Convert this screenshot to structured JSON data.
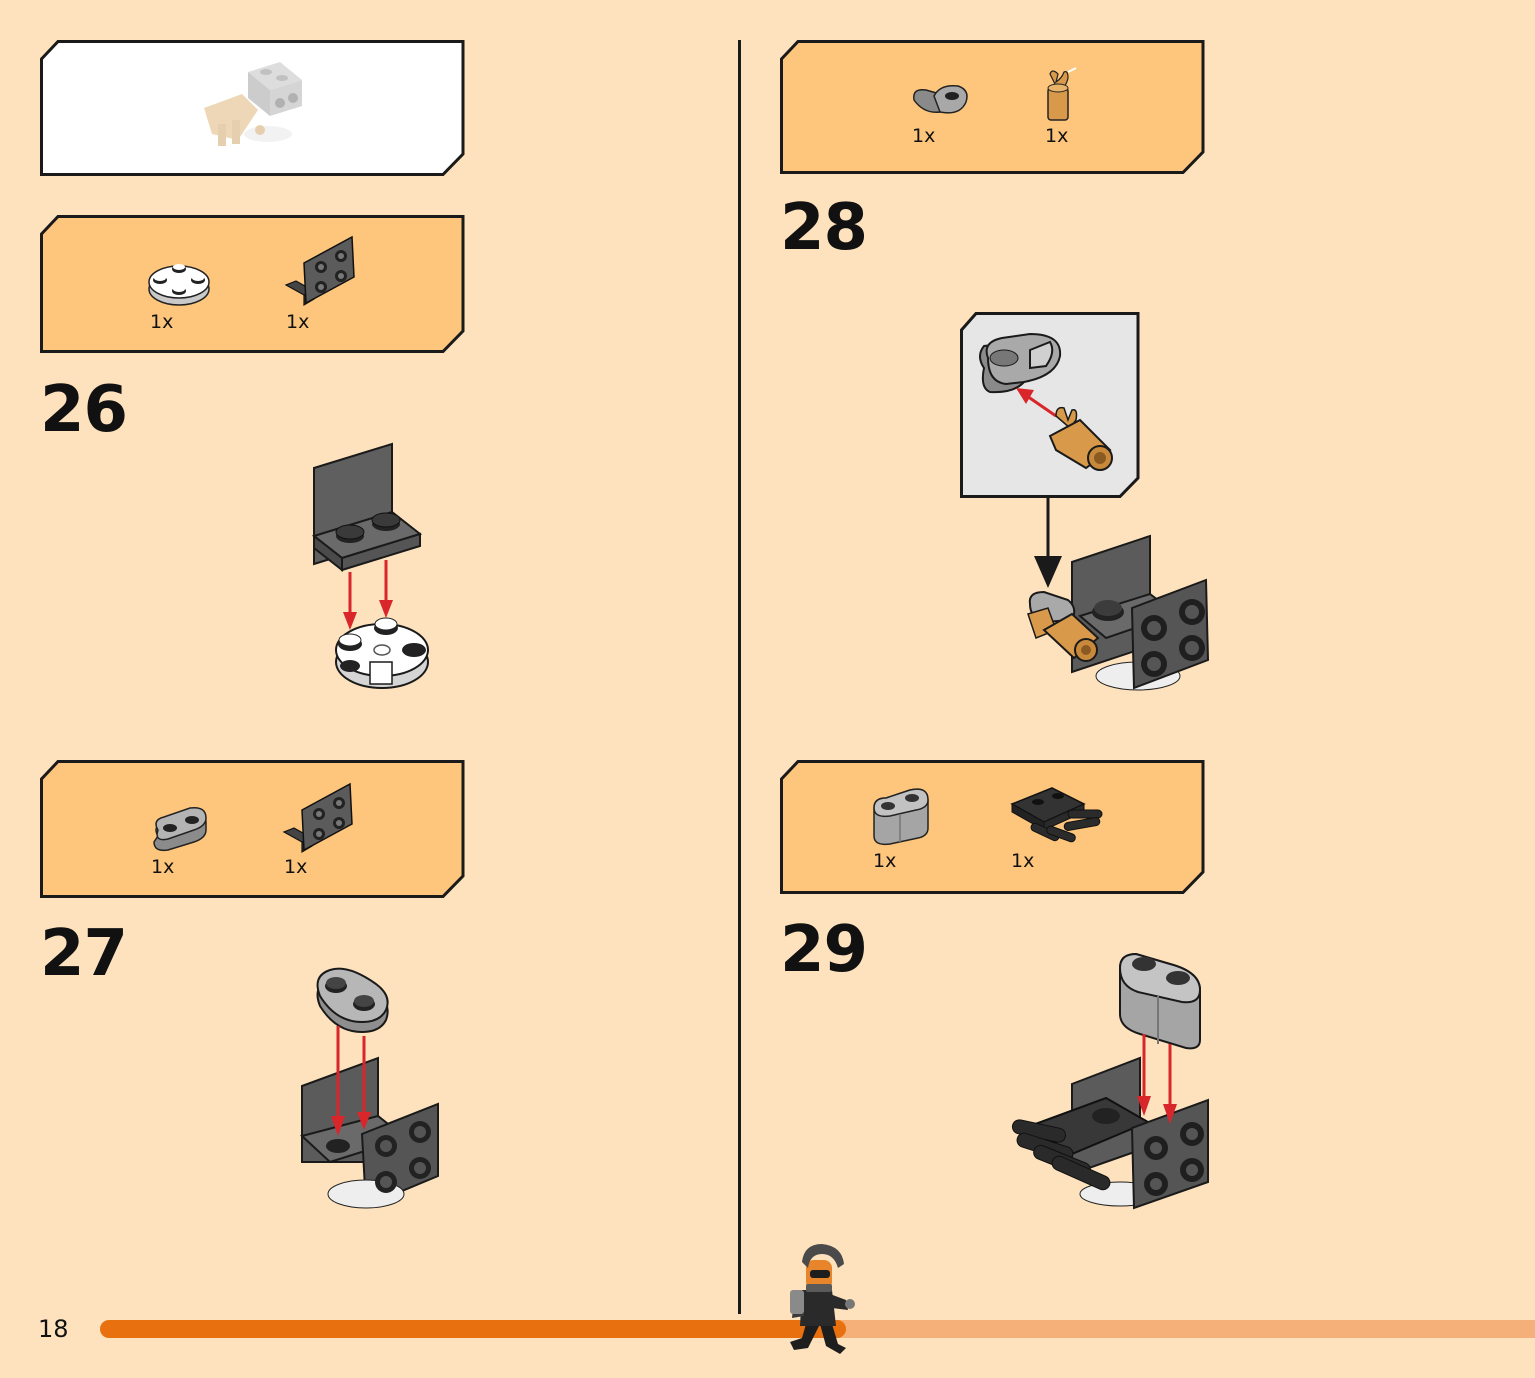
{
  "page": {
    "number": "18"
  },
  "progress": {
    "fraction": 0.52
  },
  "colors": {
    "background": "#fde2bd",
    "parts_box": "#fdc67c",
    "progress_done": "#e8700e",
    "progress_rest": "#f4b078",
    "arrow": "#d8262a"
  },
  "steps": [
    {
      "number": "26",
      "parts": [
        {
          "qty": "1x",
          "icon": "white-round-plate-icon"
        },
        {
          "qty": "1x",
          "icon": "dark-bracket-icon"
        }
      ]
    },
    {
      "number": "27",
      "parts": [
        {
          "qty": "1x",
          "icon": "grey-plate-1x2-round-icon"
        },
        {
          "qty": "1x",
          "icon": "dark-bracket-icon"
        }
      ]
    },
    {
      "number": "28",
      "parts": [
        {
          "qty": "1x",
          "icon": "grey-clip-plate-icon"
        },
        {
          "qty": "1x",
          "icon": "tan-bar-holder-icon"
        }
      ]
    },
    {
      "number": "29",
      "parts": [
        {
          "qty": "1x",
          "icon": "grey-brick-1x2-rounded-icon"
        },
        {
          "qty": "1x",
          "icon": "black-claw-plate-icon"
        }
      ]
    }
  ]
}
